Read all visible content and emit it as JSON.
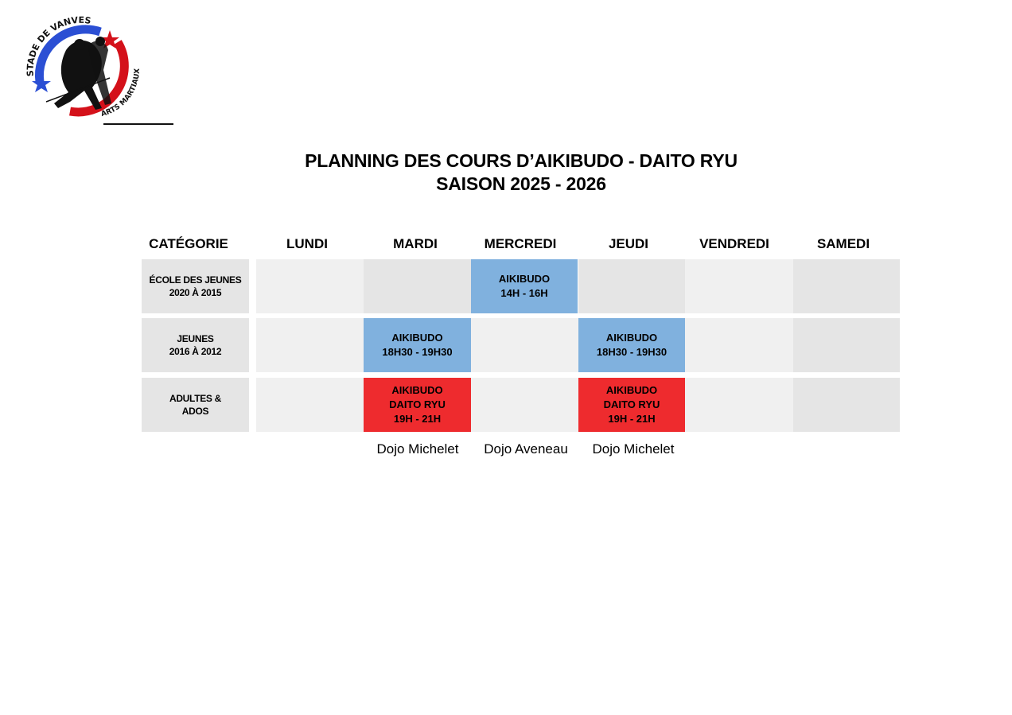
{
  "logo": {
    "top_text": "STADE DE VANVES",
    "side_text": "ARTS MARTIAUX",
    "colors": {
      "blue": "#2b4fd4",
      "red": "#d4111a",
      "ink": "#111111"
    }
  },
  "title": {
    "line1": "PLANNING DES COURS D’AIKIBUDO - DAITO RYU",
    "line2": "SAISON 2025 - 2026"
  },
  "headers": [
    "CATÉGORIE",
    "LUNDI",
    "MARDI",
    "MERCREDI",
    "JEUDI",
    "VENDREDI",
    "SAMEDI"
  ],
  "rows": [
    {
      "category": [
        "ÉCOLE DES JEUNES",
        "2020 À 2015"
      ],
      "mercredi": [
        "AIKIBUDO",
        "14H - 16H"
      ]
    },
    {
      "category": [
        "JEUNES",
        "2016 À 2012"
      ],
      "mardi": [
        "AIKIBUDO",
        "18H30 - 19H30"
      ],
      "jeudi": [
        "AIKIBUDO",
        "18H30 - 19H30"
      ]
    },
    {
      "category": [
        "ADULTES &",
        "ADOS"
      ],
      "mardi": [
        "AIKIBUDO",
        "DAITO RYU",
        "19H - 21H"
      ],
      "jeudi": [
        "AIKIBUDO",
        "DAITO RYU",
        "19H - 21H"
      ]
    }
  ],
  "locations": {
    "mardi": "Dojo Michelet",
    "mercredi": "Dojo Aveneau",
    "jeudi": "Dojo Michelet"
  },
  "colors": {
    "category_bg": "#e5e5e5",
    "empty_light": "#f0f0f0",
    "empty_mid": "#e5e5e5",
    "jeunes_course": "#80b1de",
    "adult_course": "#ee2b2e"
  }
}
